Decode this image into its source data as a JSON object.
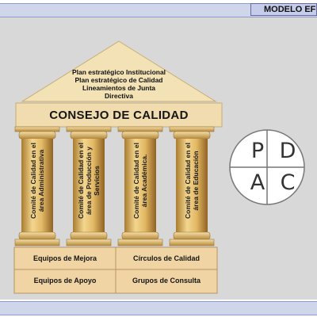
{
  "header": {
    "title": "MODELO EF"
  },
  "roof": {
    "lines": [
      "Plan estratégico Institucional",
      "Plan estratégico de Calidad",
      "Lineamientos de Junta",
      "Directiva"
    ]
  },
  "banner": {
    "label": "CONSEJO DE CALIDAD"
  },
  "columns": [
    {
      "label": "Comité de Calidad en el área Administrativa"
    },
    {
      "label": "Comité de Calidad en el área de Producción y Servicios"
    },
    {
      "label": "Comité de Calidad en el área Académica."
    },
    {
      "label": "Comité de Calidad en el área de Educación"
    }
  ],
  "base": {
    "cells": [
      "Equipos de Mejora",
      "Círculos de Calidad",
      "Equipos de Apoyo",
      "Grupos de Consulta"
    ]
  },
  "pdca": {
    "letters": [
      "P",
      "D",
      "A",
      "C"
    ]
  },
  "colors": {
    "column": "#d9b364",
    "roof": "#f3e2b5",
    "banner": "#f0dcae",
    "base": "#f0d4a3"
  }
}
